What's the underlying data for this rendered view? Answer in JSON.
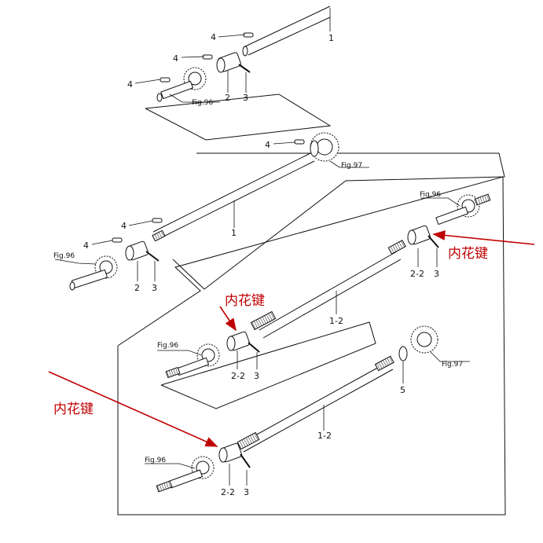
{
  "diagram": {
    "part_labels": {
      "p1_top": "1",
      "p4_a": "4",
      "p4_b": "4",
      "p4_c": "4",
      "p2_a": "2",
      "p3_a": "3",
      "p4_d": "4",
      "p1_mid": "1",
      "p4_e": "4",
      "p4_f": "4",
      "p2_b": "2",
      "p3_b": "3",
      "p22_a": "2-2",
      "p3_c": "3",
      "p12_a": "1-2",
      "p22_b": "2-2",
      "p3_d": "3",
      "p5": "5",
      "p12_b": "1-2",
      "p22_c": "2-2",
      "p3_e": "3"
    },
    "fig_refs": {
      "f96_a": "Fig.96",
      "f97_a": "Fig.97",
      "f96_b": "Fig.96",
      "f96_c": "Fig.96",
      "f96_d": "Fig.96",
      "f97_b": "Fig.97",
      "f96_e": "Fig.96"
    },
    "annotations": {
      "spline_key_right": "内花键",
      "spline_key_mid": "内花键",
      "spline_key_left": "内花键"
    },
    "colors": {
      "line": "#111111",
      "annotation": "#c00000",
      "background": "#ffffff"
    }
  }
}
